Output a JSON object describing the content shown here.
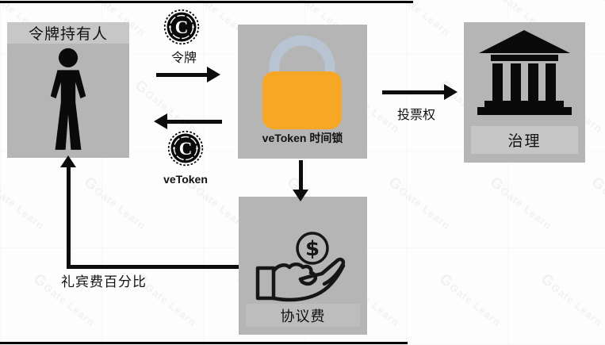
{
  "watermark": {
    "logo": "G",
    "text": "Gate Learn"
  },
  "icons": {
    "coin_letter": "C",
    "dollar": "$"
  },
  "boxes": {
    "token_holder": {
      "label": "令牌持有人"
    },
    "vetoken_lock": {
      "label": "veToken 时间锁"
    },
    "governance": {
      "label": "治理"
    },
    "protocol_fee": {
      "label": "协议费"
    }
  },
  "flows": {
    "token_deposit": {
      "label": "令牌"
    },
    "vetoken_return": {
      "label": "veToken"
    },
    "voting_power": {
      "label": "投票权"
    },
    "bribe_share": {
      "label": "礼宾费百分比"
    }
  },
  "colors": {
    "box_bg": "#b5b5b5",
    "label_strip_bg": "#c7c7c7",
    "lock_body": "#f6a726",
    "lock_shackle": "#b8c4d2",
    "ink": "#0d0d0d"
  }
}
